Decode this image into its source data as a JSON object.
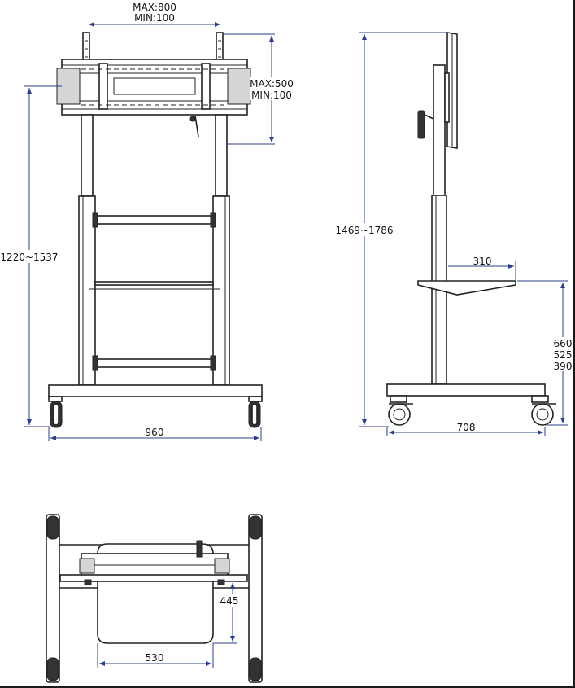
{
  "front_view": {
    "width_max_label": "MAX:800",
    "width_min_label": "MIN:100",
    "height_max_label": "MAX:500",
    "height_min_label": "MIN:100",
    "height_range_label": "1220~1537",
    "base_width_label": "960"
  },
  "side_view": {
    "total_height_label": "1469~1786",
    "shelf_depth_label": "310",
    "shelf_height_high_label": "660",
    "shelf_height_mid_label": "525",
    "shelf_height_low_label": "390",
    "base_depth_label": "708"
  },
  "top_view": {
    "shelf_depth_label": "445",
    "shelf_width_label": "530"
  },
  "colors": {
    "line": "#222222",
    "dimension": "#2b3f8a",
    "border": "#1a1a1a"
  }
}
